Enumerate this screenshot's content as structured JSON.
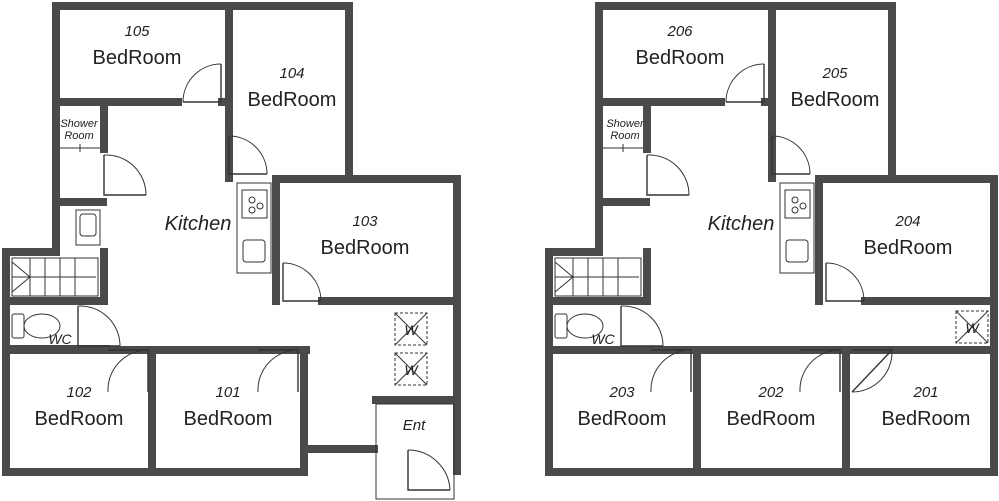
{
  "floor1": {
    "rooms": {
      "r105": {
        "number": "105",
        "name": "BedRoom"
      },
      "r104": {
        "number": "104",
        "name": "BedRoom"
      },
      "r103": {
        "number": "103",
        "name": "BedRoom"
      },
      "r102": {
        "number": "102",
        "name": "BedRoom"
      },
      "r101": {
        "number": "101",
        "name": "BedRoom"
      }
    },
    "kitchen": "Kitchen",
    "shower_line1": "Shower",
    "shower_line2": "Room",
    "wc": "WC",
    "washer": "W",
    "entrance": "Ent"
  },
  "floor2": {
    "rooms": {
      "r206": {
        "number": "206",
        "name": "BedRoom"
      },
      "r205": {
        "number": "205",
        "name": "BedRoom"
      },
      "r204": {
        "number": "204",
        "name": "BedRoom"
      },
      "r203": {
        "number": "203",
        "name": "BedRoom"
      },
      "r202": {
        "number": "202",
        "name": "BedRoom"
      },
      "r201": {
        "number": "201",
        "name": "BedRoom"
      }
    },
    "kitchen": "Kitchen",
    "shower_line1": "Shower",
    "shower_line2": "Room",
    "wc": "WC",
    "washer": "W"
  }
}
